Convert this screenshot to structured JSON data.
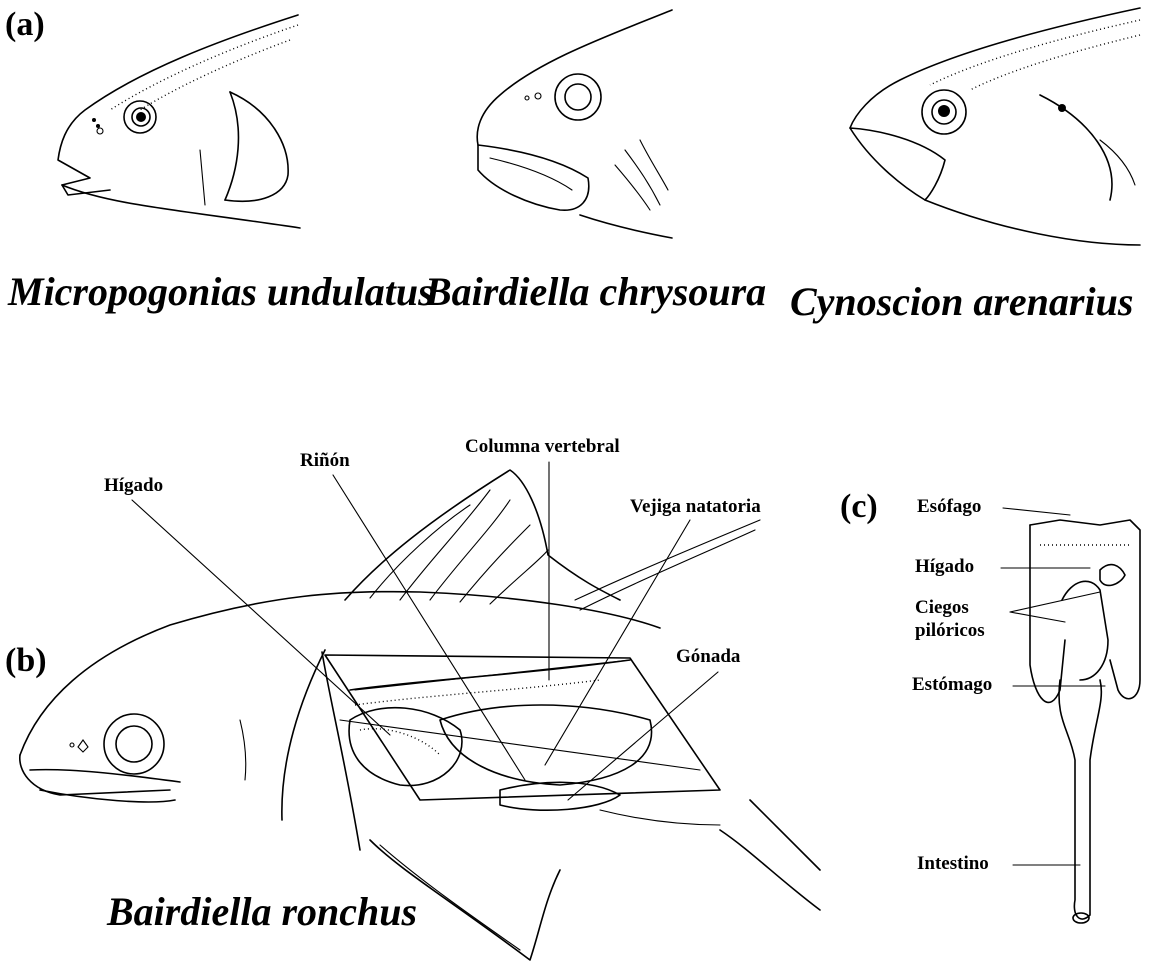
{
  "panels": {
    "a": "(a)",
    "b": "(b)",
    "c": "(c)"
  },
  "species_a": [
    "Micropogonias undulatus",
    "Bairdiella chrysoura",
    "Cynoscion arenarius"
  ],
  "species_b": "Bairdiella ronchus",
  "labels_b": {
    "rinon": "Riñón",
    "columna": "Columna vertebral",
    "higado": "Hígado",
    "vejiga": "Vejiga natatoria",
    "gonada": "Gónada"
  },
  "labels_c": {
    "esofago": "Esófago",
    "higado": "Hígado",
    "ciegos_1": "Ciegos",
    "ciegos_2": "pilóricos",
    "estomago": "Estómago",
    "intestino": "Intestino"
  }
}
